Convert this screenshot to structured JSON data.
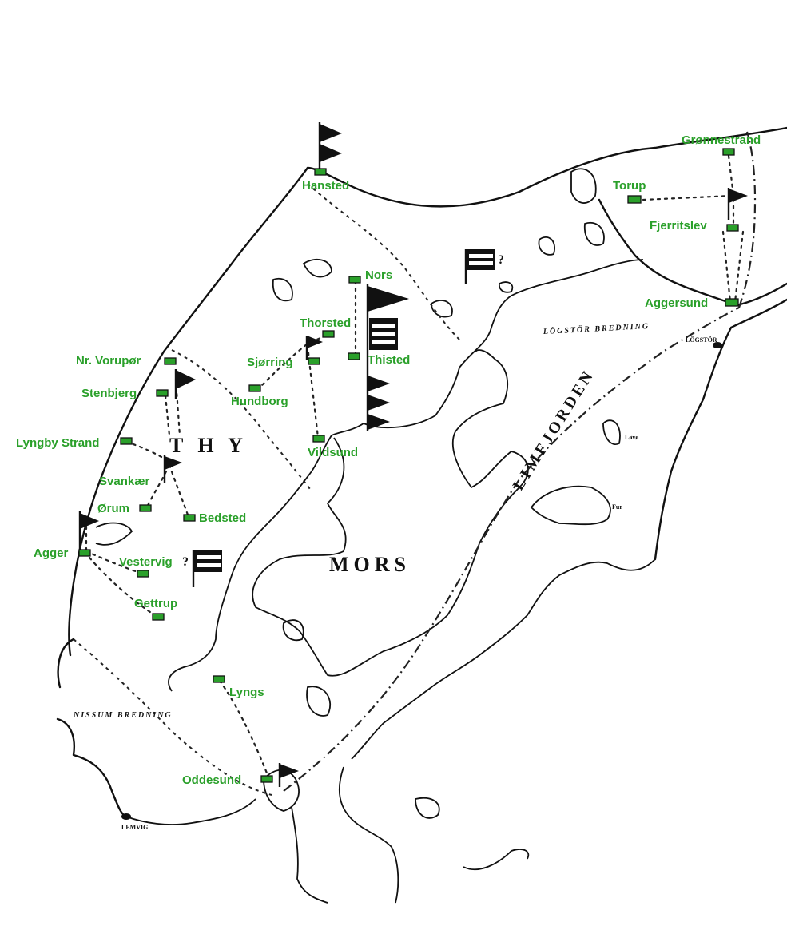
{
  "regions": {
    "thy": "T H Y",
    "mors": "MORS"
  },
  "water": {
    "limfjorden": "LIMFJORDEN",
    "lostor_bredning": "LÖGSTÖR BREDNING",
    "nissum_bredning": "NISSUM BREDNING"
  },
  "towns": {
    "lemvig": "LEMVIG",
    "logstor": "LÖGSTÖR",
    "lovo": "Løvø",
    "fur": "Fur"
  },
  "places": [
    {
      "id": "hansted",
      "label": "Hansted"
    },
    {
      "id": "gronnestrand",
      "label": "Grønnestrand"
    },
    {
      "id": "torup",
      "label": "Torup"
    },
    {
      "id": "fjerritslev",
      "label": "Fjerritslev"
    },
    {
      "id": "aggersund",
      "label": "Aggersund"
    },
    {
      "id": "nors",
      "label": "Nors"
    },
    {
      "id": "thorsted",
      "label": "Thorsted"
    },
    {
      "id": "thisted",
      "label": "Thisted"
    },
    {
      "id": "sjorring",
      "label": "Sjørring"
    },
    {
      "id": "hundborg",
      "label": "Hundborg"
    },
    {
      "id": "vildsund",
      "label": "Vildsund"
    },
    {
      "id": "nr-vorupor",
      "label": "Nr. Vorupør"
    },
    {
      "id": "stenbjerg",
      "label": "Stenbjerg"
    },
    {
      "id": "lyngby-strand",
      "label": "Lyngby Strand"
    },
    {
      "id": "svankaer",
      "label": "Svankær"
    },
    {
      "id": "orum",
      "label": "Ørum"
    },
    {
      "id": "bedsted",
      "label": "Bedsted"
    },
    {
      "id": "agger",
      "label": "Agger"
    },
    {
      "id": "vestervig",
      "label": "Vestervig"
    },
    {
      "id": "gettrup",
      "label": "Gettrup"
    },
    {
      "id": "lyngs",
      "label": "Lyngs"
    },
    {
      "id": "oddesund",
      "label": "Oddesund"
    }
  ],
  "question_marks": [
    "?",
    "?"
  ],
  "colors": {
    "label": "#2aa02a",
    "marker": "#2aa02a",
    "ink": "#111111"
  }
}
